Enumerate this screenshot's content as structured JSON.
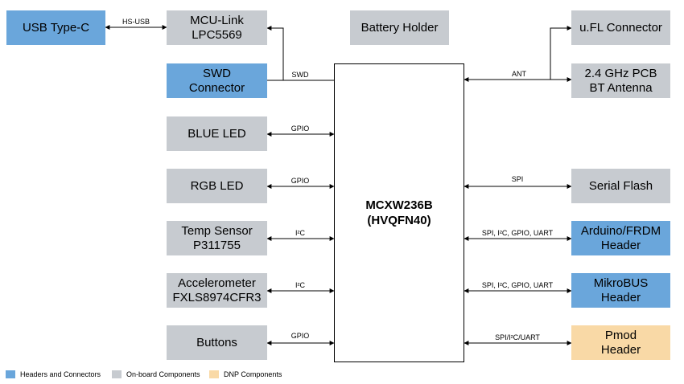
{
  "mcu": {
    "line1": "MCXW236B",
    "line2": "(HVQFN40)"
  },
  "blocks": {
    "usb_type_c": "USB Type-C",
    "mcu_link": "MCU-Link\nLPC5569",
    "battery_holder": "Battery Holder",
    "ufl_connector": "u.FL Connector",
    "swd_connector": "SWD\nConnector",
    "pcb_antenna": "2.4 GHz PCB\nBT Antenna",
    "blue_led": "BLUE LED",
    "rgb_led": "RGB LED",
    "serial_flash": "Serial Flash",
    "temp_sensor": "Temp Sensor\nP311755",
    "arduino_header": "Arduino/FRDM\nHeader",
    "accelerometer": "Accelerometer\nFXLS8974CFR3",
    "mikrobus_header": "MikroBUS\nHeader",
    "buttons": "Buttons",
    "pmod_header": "Pmod\nHeader"
  },
  "links": {
    "hs_usb": "HS-USB",
    "swd": "SWD",
    "ant": "ANT",
    "gpio_blue": "GPIO",
    "gpio_rgb": "GPIO",
    "spi_flash": "SPI",
    "i2c_temp": "I²C",
    "arduino_bus": "SPI, I²C, GPIO, UART",
    "i2c_accel": "I²C",
    "mikrobus_bus": "SPI, I²C, GPIO, UART",
    "gpio_buttons": "GPIO",
    "pmod_bus": "SPI/I²C/UART"
  },
  "legend": {
    "headers": "Headers and Connectors",
    "onboard": "On-board Components",
    "dnp": "DNP Components"
  },
  "colors": {
    "headers": "#6aa6db",
    "onboard": "#c7cbd0",
    "dnp": "#f9d9a6"
  }
}
